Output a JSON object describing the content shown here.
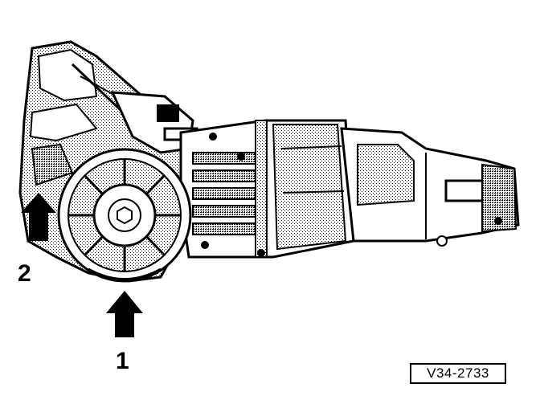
{
  "figure": {
    "callouts": [
      {
        "label": "1"
      },
      {
        "label": "2"
      }
    ],
    "reference_code": "V34-2733"
  }
}
